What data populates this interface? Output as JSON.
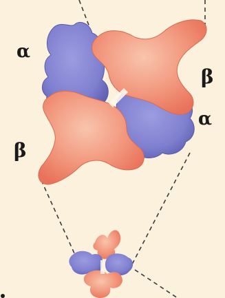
{
  "subunits": {
    "alpha_left": "α",
    "beta_right": "β",
    "alpha_right": "α",
    "beta_left": "β"
  },
  "colors": {
    "background": "#fbf1dc",
    "alpha": "#7f7fd0",
    "alpha_dark": "#6464b8",
    "beta": "#ee8a72",
    "beta_light": "#f6b7a0",
    "line": "#3a3a3a"
  }
}
